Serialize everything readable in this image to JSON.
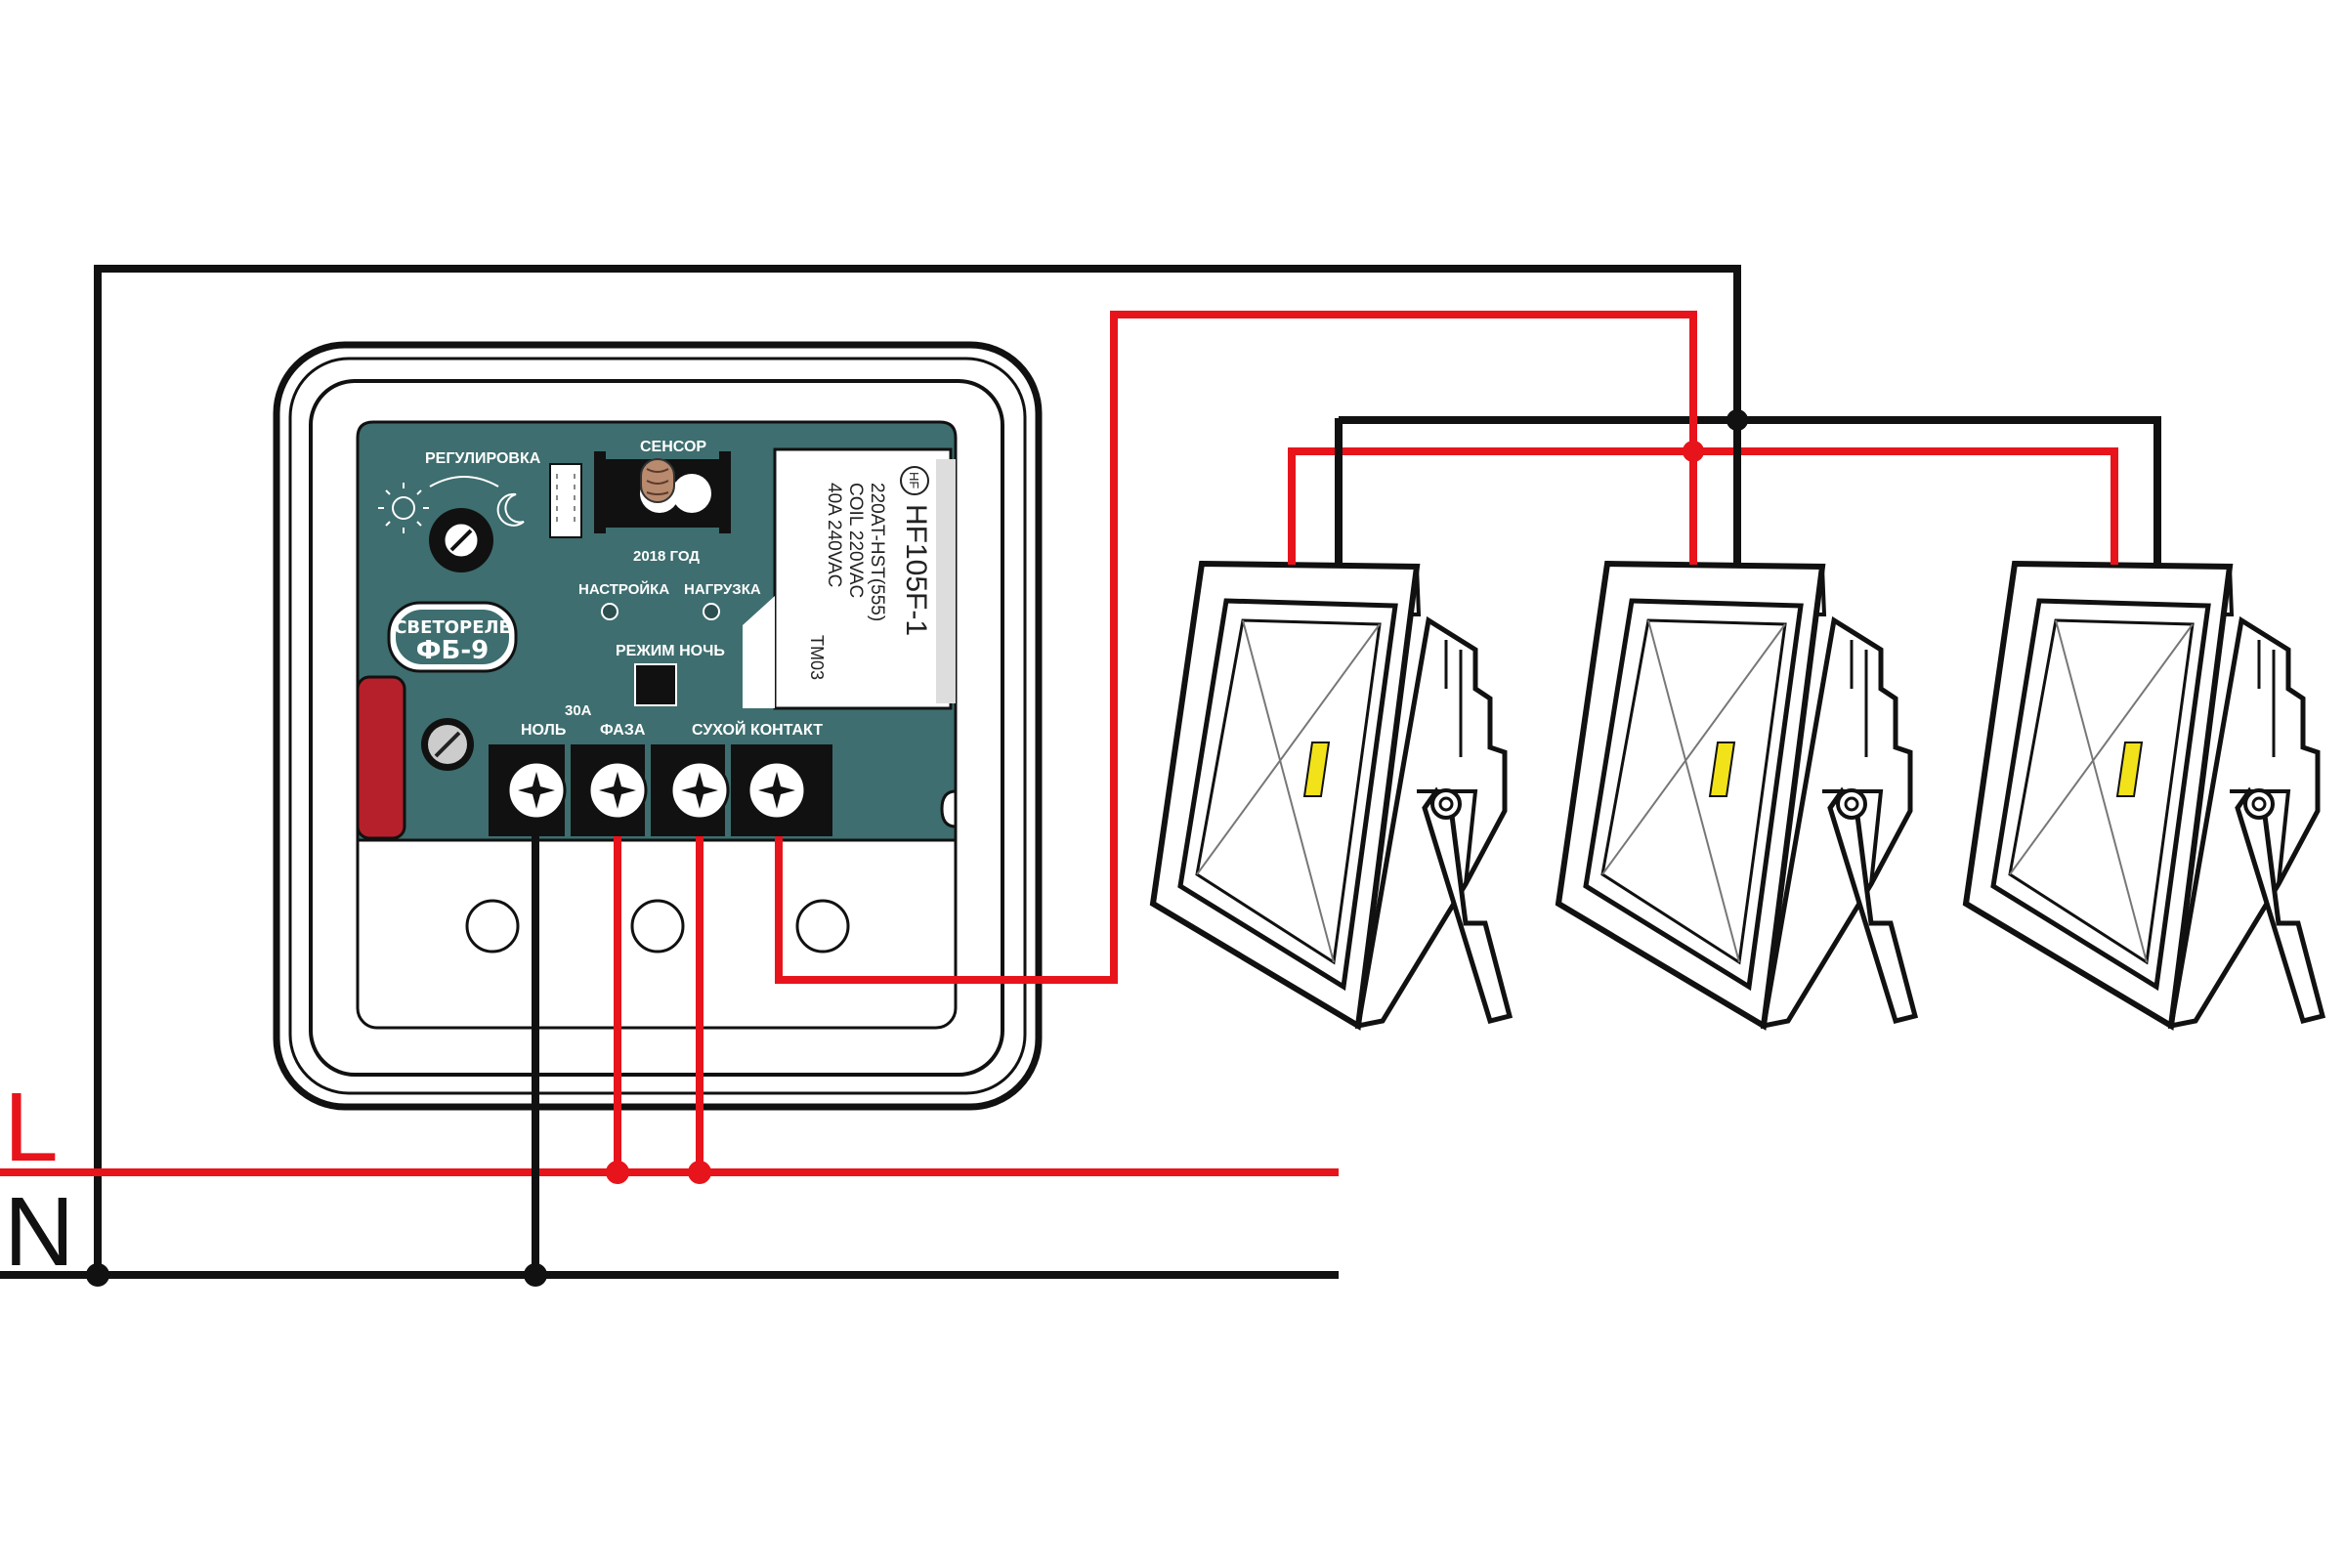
{
  "lines": {
    "l_label": "L",
    "n_label": "N"
  },
  "device": {
    "brand_line1": "СВЕТОРЕЛЕ",
    "brand_line2": "ФБ-9",
    "regulation": "РЕГУЛИРОВКА",
    "sensor": "СЕНСОР",
    "year": "2018 ГОД",
    "setting": "НАСТРОЙКА",
    "load": "НАГРУЗКА",
    "night_mode": "РЕЖИМ НОЧЬ",
    "amps": "30А",
    "terminals": [
      "НОЛЬ",
      "ФАЗА",
      "СУХОЙ КОНТАКТ"
    ]
  },
  "relay": {
    "logo": "HF",
    "model": "HF105F-1",
    "line1": "220AT-HST(555)",
    "line2": "COIL 220VAC",
    "line3": "40A 240VAC",
    "code": "TM03"
  },
  "colors": {
    "phase_wire": "#e8141b",
    "neutral_wire": "#111111",
    "panel": "#3e6e6f",
    "lamp_chip": "#f2e21a",
    "knob_red": "#b5202a"
  },
  "floodlights": [
    {
      "name": "floodlight-1"
    },
    {
      "name": "floodlight-2"
    },
    {
      "name": "floodlight-3"
    }
  ]
}
